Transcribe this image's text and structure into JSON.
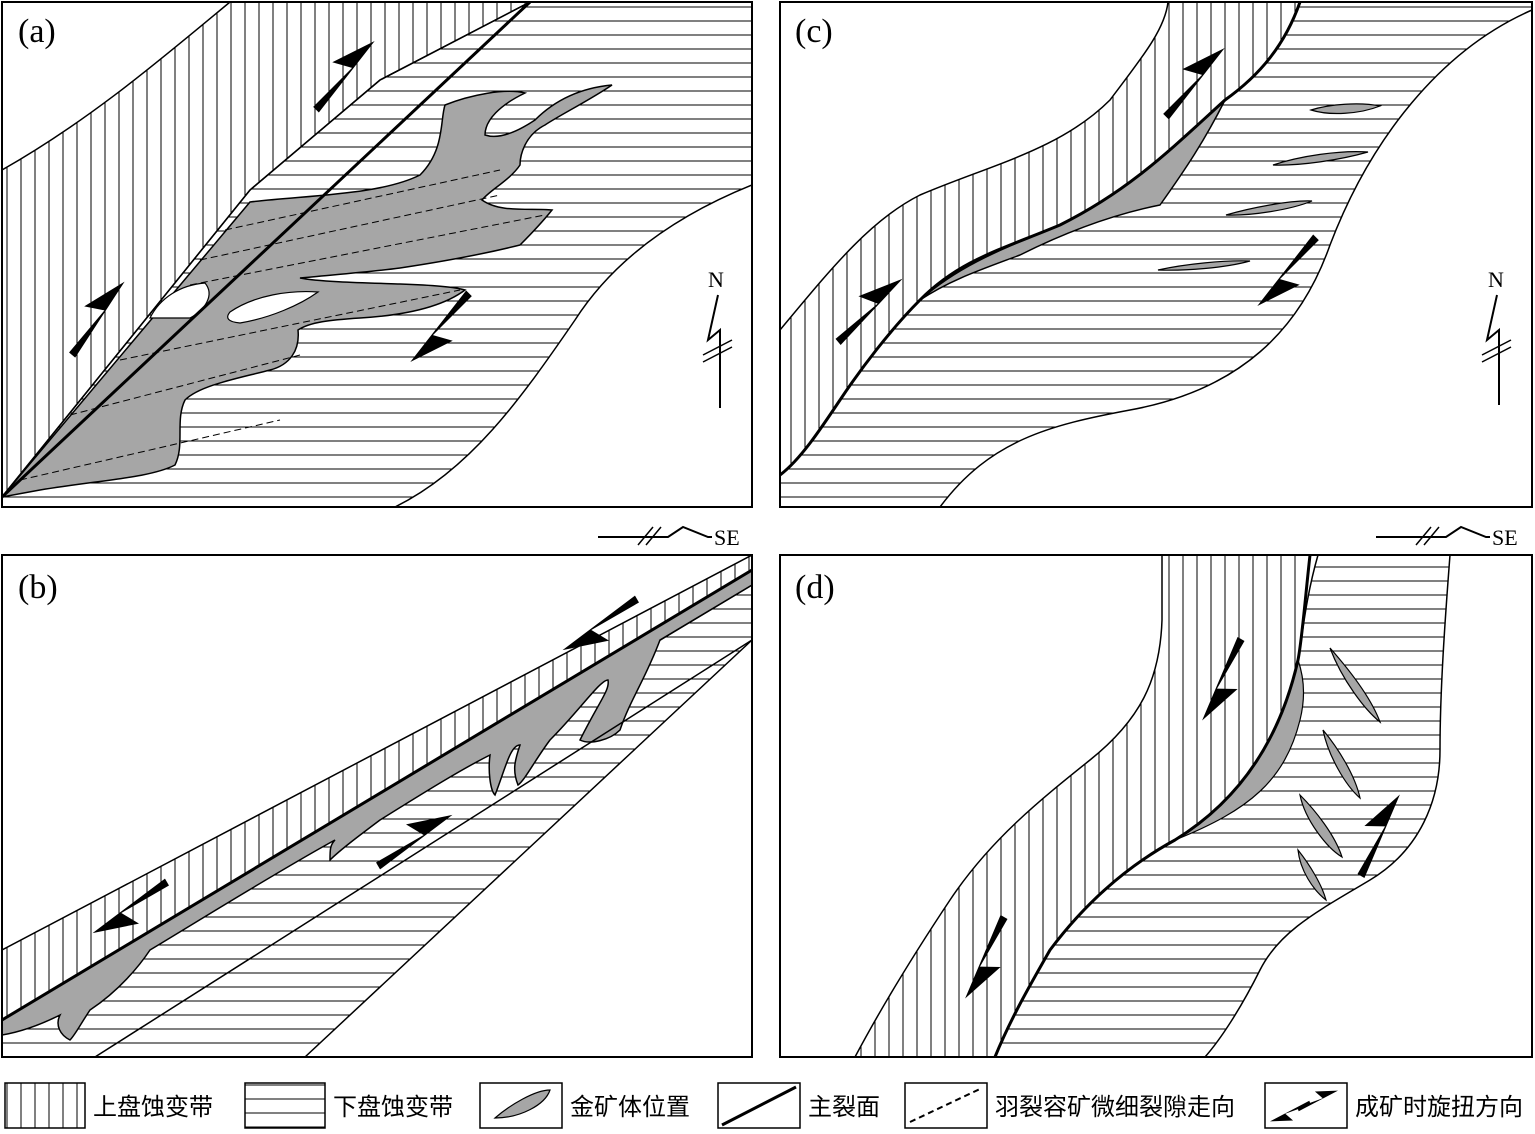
{
  "panels": [
    {
      "id": "a",
      "label": "(a)"
    },
    {
      "id": "b",
      "label": "(b)"
    },
    {
      "id": "c",
      "label": "(c)"
    },
    {
      "id": "d",
      "label": "(d)"
    }
  ],
  "directions": {
    "north": "N",
    "southeast": "SE"
  },
  "legend": [
    {
      "key": "hanging-wall",
      "label": "上盘蚀变带"
    },
    {
      "key": "footwall",
      "label": "下盘蚀变带"
    },
    {
      "key": "gold-orebody",
      "label": "金矿体位置"
    },
    {
      "key": "main-fracture",
      "label": "主裂面"
    },
    {
      "key": "feather-fracture",
      "label": "羽裂容矿微细裂隙走向"
    },
    {
      "key": "torsion-direction",
      "label": "成矿时旋扭方向"
    }
  ],
  "colors": {
    "ore": "#a6a6a6",
    "line": "#000000",
    "background": "#ffffff"
  }
}
